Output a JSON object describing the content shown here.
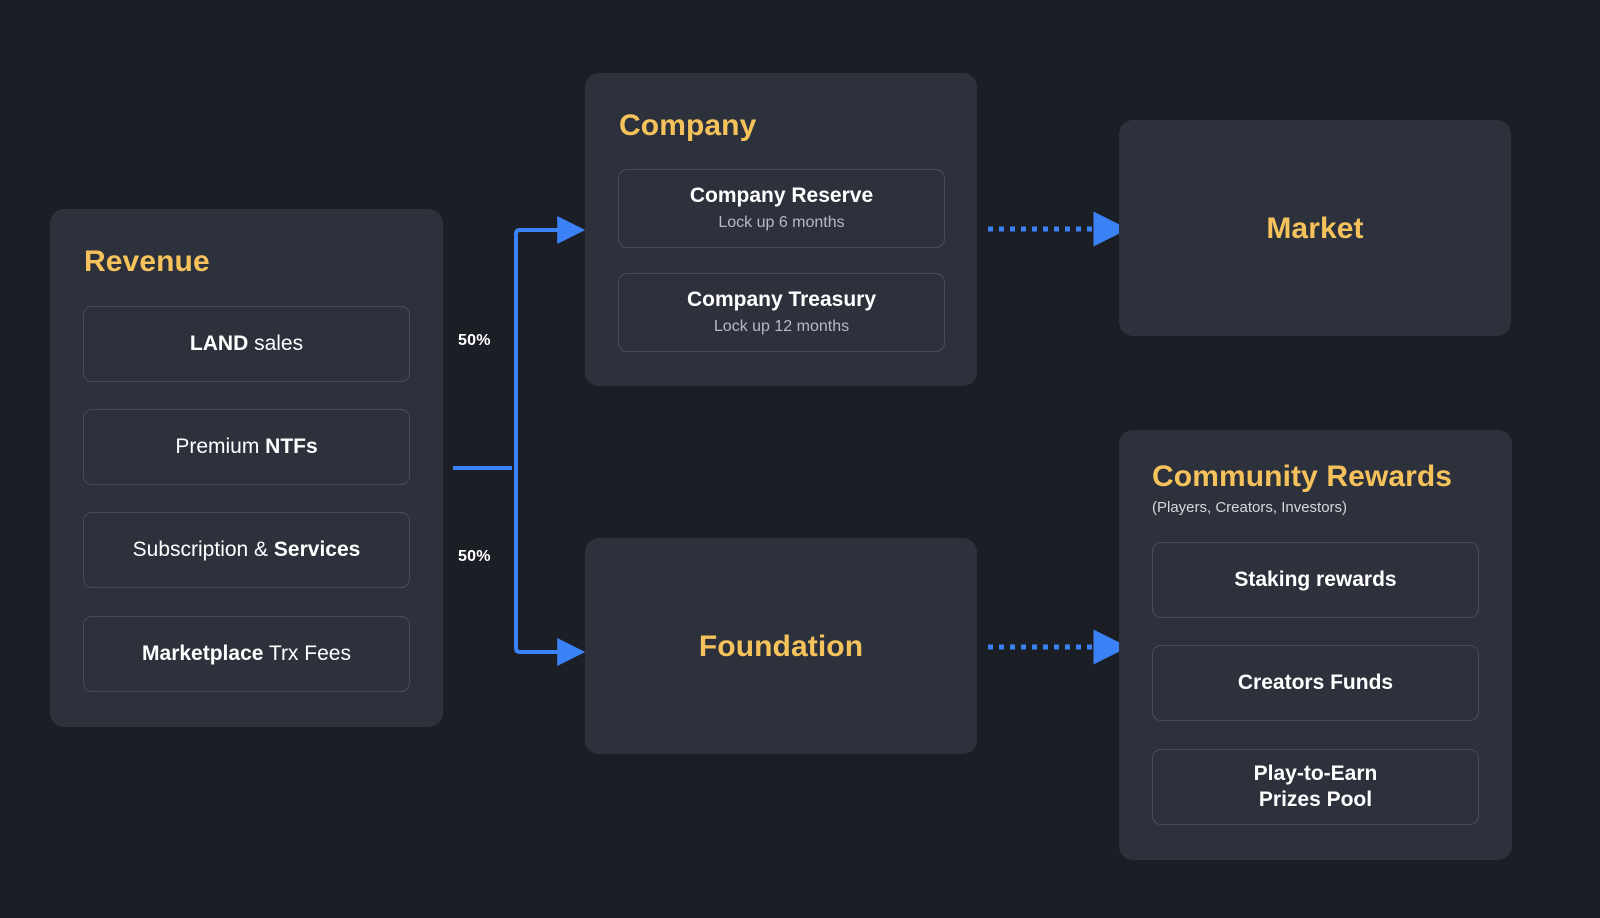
{
  "theme": {
    "page_background": "#1b1e24",
    "card_background": "#2c313c",
    "accent_amber": "#f5c25b",
    "accent_blue": "#3b82f6",
    "text_primary": "#ffffff",
    "text_muted": "#b5bac4",
    "item_border": "#474d5b"
  },
  "revenue": {
    "title": "Revenue",
    "items": [
      {
        "strong": "LAND",
        "rest": " sales",
        "strong_first": true
      },
      {
        "strong": "NTFs",
        "rest": "Premium ",
        "strong_first": false
      },
      {
        "strong": "Services",
        "rest": "Subscription & ",
        "strong_first": false
      },
      {
        "strong": "Marketplace",
        "rest": " Trx Fees",
        "strong_first": true
      }
    ]
  },
  "company": {
    "title": "Company",
    "items": [
      {
        "label": "Company Reserve",
        "sub": "Lock up 6 months"
      },
      {
        "label": "Company Treasury",
        "sub": "Lock up 12 months"
      }
    ]
  },
  "market": {
    "title": "Market"
  },
  "foundation": {
    "title": "Foundation"
  },
  "community": {
    "title": "Community Rewards",
    "subtitle": "(Players, Creators, Investors)",
    "items": [
      {
        "label": "Staking rewards"
      },
      {
        "label": "Creators Funds"
      },
      {
        "label": "Play-to-Earn\nPrizes Pool"
      }
    ]
  },
  "connectors": {
    "split_top_percent": "50%",
    "split_bottom_percent": "50%",
    "revenue_to_company": "solid-arrow",
    "revenue_to_foundation": "solid-arrow",
    "company_to_market": "dashed-arrow",
    "foundation_to_community": "dashed-arrow"
  }
}
